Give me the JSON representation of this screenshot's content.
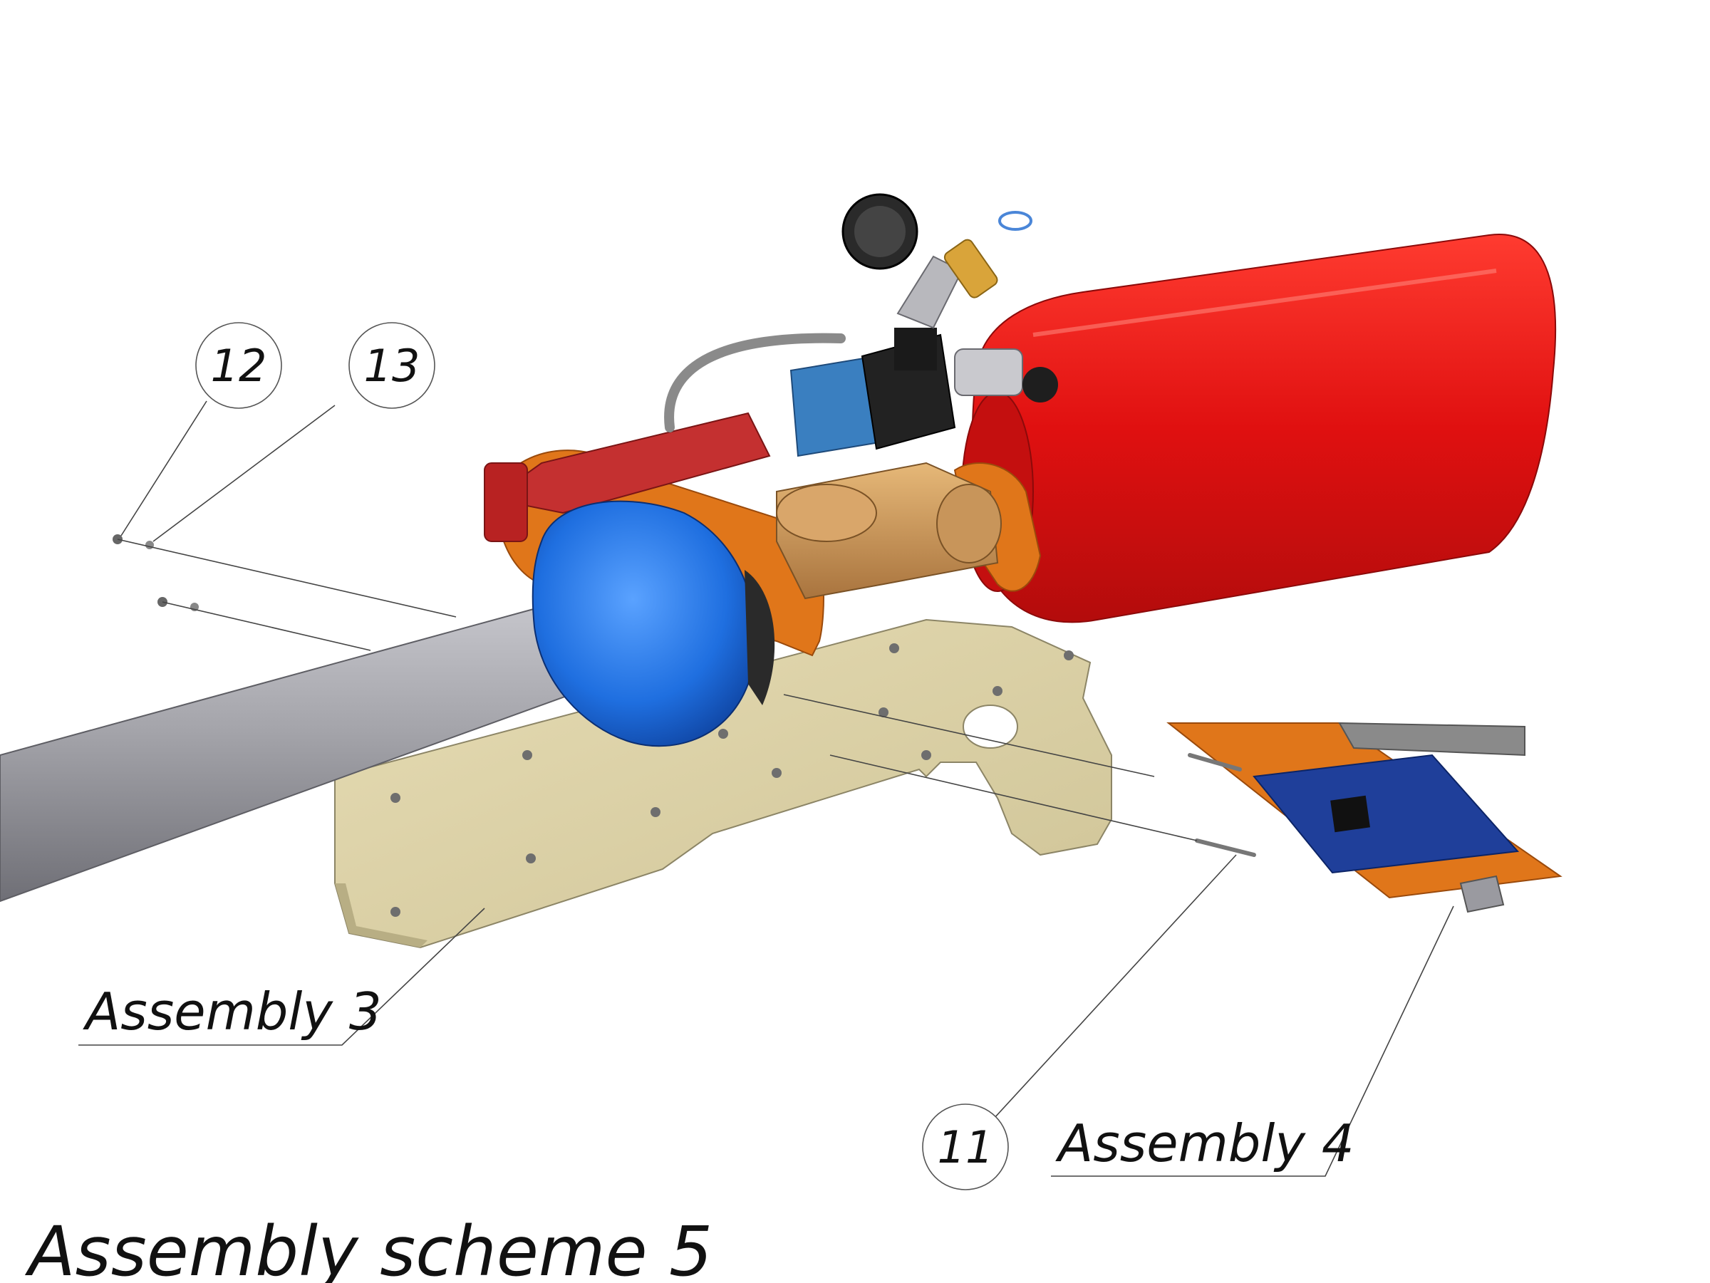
{
  "title": "Assembly scheme 5",
  "callouts": {
    "c12": "12",
    "c13": "13",
    "c11": "11",
    "asm3": "Assembly 3",
    "asm4": "Assembly 4"
  },
  "colors": {
    "cylinder": "#e3120f",
    "pipe": "#9a9aa0",
    "coupling": "#1f6fe0",
    "flange": "#e0761a",
    "panel": "#d9cfa6",
    "valve_body": "#c89a64",
    "solenoid": "#3a7fc0",
    "board": "#1f3f9a",
    "dark": "#222222"
  }
}
